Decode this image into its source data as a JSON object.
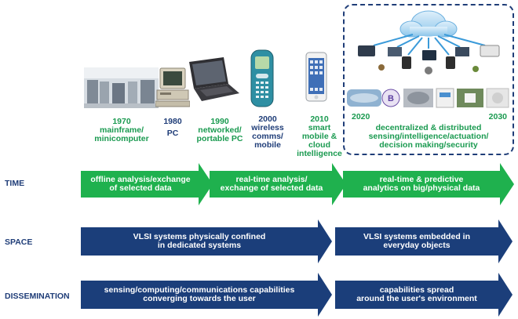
{
  "eras": [
    {
      "year": "1970",
      "line1": "mainframe/",
      "line2": "minicomputer",
      "line3": "",
      "line4": ""
    },
    {
      "year": "1980",
      "line1": "PC",
      "line2": "",
      "line3": "",
      "line4": ""
    },
    {
      "year": "1990",
      "line1": "networked/",
      "line2": "portable PC",
      "line3": "",
      "line4": ""
    },
    {
      "year": "2000",
      "line1": "wireless",
      "line2": "comms/",
      "line3": "mobile",
      "line4": ""
    },
    {
      "year": "2010",
      "line1": "smart",
      "line2": "mobile &",
      "line3": "cloud",
      "line4": "intelligence"
    }
  ],
  "future": {
    "year_start": "2020",
    "year_end": "2030",
    "line1": "decentralized & distributed",
    "line2": "sensing/intelligence/actuation/",
    "line3": "decision making/security"
  },
  "rows": {
    "time": {
      "label": "TIME",
      "arrows": [
        {
          "line1": "offline analysis/exchange",
          "line2": "of selected data"
        },
        {
          "line1": "real-time analysis/",
          "line2": "exchange of selected data"
        },
        {
          "line1": "real-time & predictive",
          "line2": "analytics on big/physical data"
        }
      ]
    },
    "space": {
      "label": "SPACE",
      "arrows": [
        {
          "line1": "VLSI systems physically confined",
          "line2": "in dedicated systems"
        },
        {
          "line1": "VLSI systems embedded in",
          "line2": "everyday objects"
        }
      ]
    },
    "dissemination": {
      "label": "DISSEMINATION",
      "arrows": [
        {
          "line1": "sensing/computing/communications capabilities",
          "line2": "converging towards the user"
        },
        {
          "line1": "capabilities spread",
          "line2": "around the user's environment"
        }
      ]
    }
  },
  "colors": {
    "green_arrow": "#1fb14e",
    "navy_arrow": "#1b3e7a",
    "green_text": "#1a9a50",
    "navy_text": "#1f3d78",
    "dashed_box": "#1f3d78"
  }
}
